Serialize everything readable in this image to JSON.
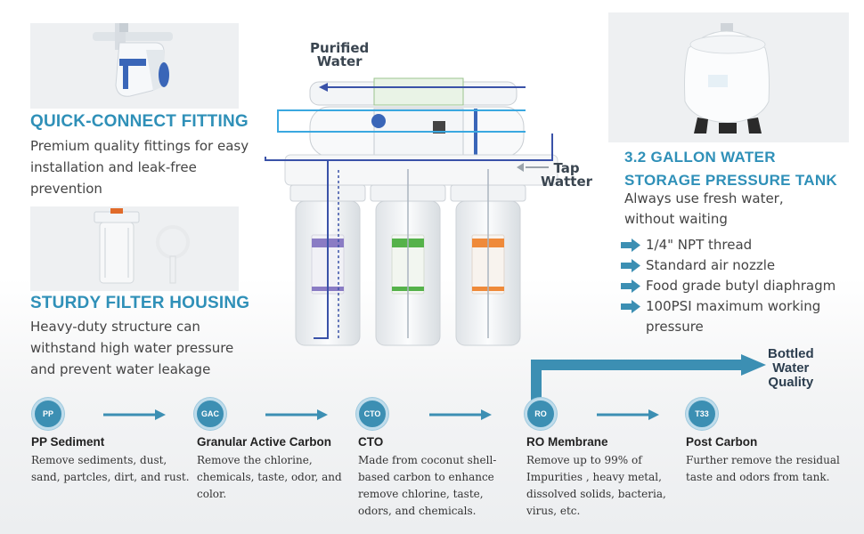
{
  "features": [
    {
      "title": "QUICK-CONNECT FITTING",
      "description": "Premium quality fittings for easy installation and leak-free prevention",
      "image_icon": "quick-connect-fitting-icon"
    },
    {
      "title": "STURDY FILTER HOUSING",
      "description": "Heavy-duty structure can withstand high water pressure and prevent water leakage",
      "image_icon": "filter-housing-icon"
    }
  ],
  "tank": {
    "title_line1": "3.2 GALLON WATER",
    "title_line2": "STORAGE PRESSURE TANK",
    "subtitle": "Always use fresh water, without waiting",
    "specs": [
      "1/4\" NPT thread",
      "Standard air nozzle",
      "Food grade butyl diaphragm",
      "100PSI maximum working pressure"
    ]
  },
  "diagram": {
    "purified_line1": "Purified",
    "purified_line2": "Water",
    "tap_line1": "Tap",
    "tap_line2": "Watter"
  },
  "stages": [
    {
      "badge": "PP",
      "title": "PP Sediment",
      "description": "Remove sediments, dust, sand, partcles, dirt, and rust."
    },
    {
      "badge": "GAC",
      "title": "Granular Active Carbon",
      "description": "Remove the chlorine, chemicals, taste, odor, and color."
    },
    {
      "badge": "CTO",
      "title": "CTO",
      "description": "Made from coconut shell-based carbon to enhance  remove chlorine, taste, odors, and chemicals."
    },
    {
      "badge": "RO",
      "title": "RO Membrane",
      "description": "Remove up to 99% of Impurities , heavy metal, dissolved solids, bacteria, virus, etc."
    },
    {
      "badge": "T33",
      "title": "Post Carbon",
      "description": "Further remove the residual taste and odors from tank."
    }
  ],
  "bottled": {
    "line1": "Bottled",
    "line2": "Water",
    "line3": "Quality"
  },
  "colors": {
    "accent": "#2f90b8",
    "arrow": "#3c8fb3",
    "flow_line": "#3a52a8",
    "light_flow": "#3aa8e0",
    "filter_purple": "#8a7cc4",
    "filter_green": "#55b24a",
    "filter_orange": "#ef8a3a"
  }
}
